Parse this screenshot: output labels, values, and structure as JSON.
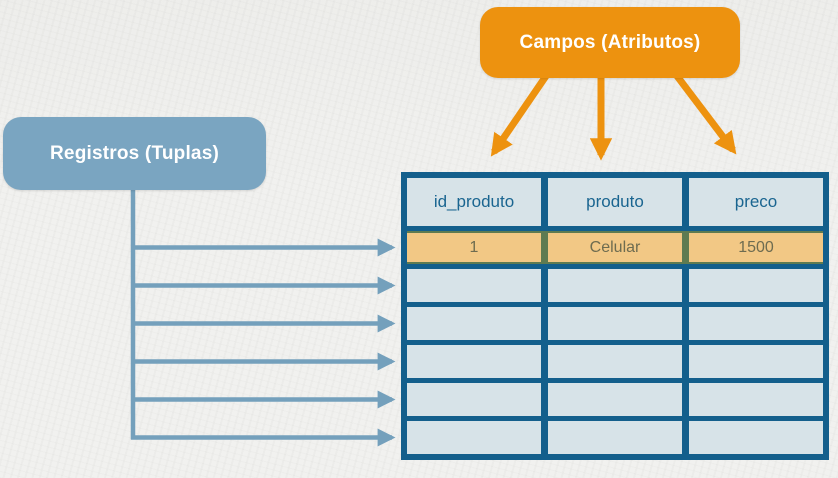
{
  "diagram": {
    "campos_label": "Campos (Atributos)",
    "registros_label": "Registros (Tuplas)"
  },
  "table": {
    "headers": [
      "id_produto",
      "produto",
      "preco"
    ],
    "highlighted_row": [
      "1",
      "Celular",
      "1500"
    ],
    "empty_row_count": 5
  },
  "colors": {
    "orange": "#ED920F",
    "steel_blue": "#74A0BC",
    "table_border_blue": "#135F8C",
    "header_text_blue": "#1A6590",
    "highlight_bg": "#F2C885",
    "highlight_olive": "#5E7B51",
    "highlight_text": "#6E6C50",
    "paper": "#F1F1EF"
  }
}
